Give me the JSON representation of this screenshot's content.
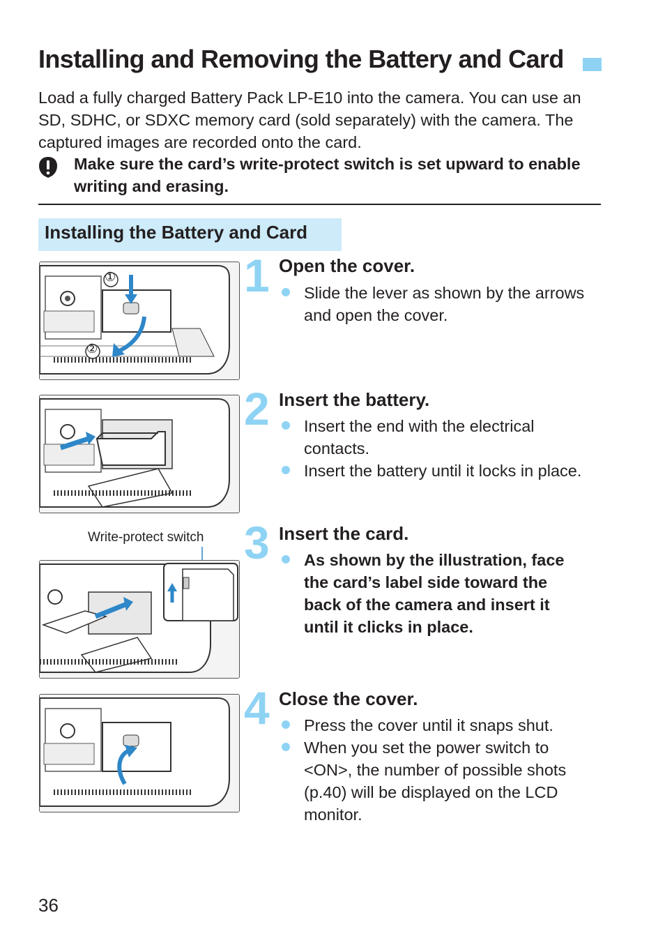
{
  "title": "Installing and Removing the Battery and Card",
  "intro": "Load a fully charged Battery Pack LP-E10 into the camera. You can use an SD, SDHC, or SDXC memory card (sold separately) with the camera. The captured images are recorded onto the card.",
  "caution": "Make sure the card’s write-protect switch is set upward to enable writing and erasing.",
  "section_title": "Installing the Battery and Card",
  "steps": [
    {
      "number": "1",
      "heading": "Open the cover.",
      "bullets": [
        "Slide the lever as shown by the arrows and open the cover."
      ],
      "callouts": [
        "①",
        "②"
      ]
    },
    {
      "number": "2",
      "heading": "Insert the battery.",
      "bullets": [
        "Insert the end with the electrical contacts.",
        "Insert the battery until it locks in place."
      ]
    },
    {
      "number": "3",
      "heading": "Insert the card.",
      "bullets": [
        "As shown by the illustration, face the card’s label side toward the back of the camera and insert it until it clicks in place."
      ],
      "label": "Write-protect switch"
    },
    {
      "number": "4",
      "heading": "Close the cover.",
      "bullets": [
        "Press the cover until it snaps shut.",
        "When you set the power switch to <ON>, the number of possible shots (p.40) will be displayed on the LCD monitor."
      ]
    }
  ],
  "colors": {
    "accent": "#8fd3f4",
    "section_bg": "#cdebf9",
    "text": "#231f20"
  },
  "page_number": "36"
}
